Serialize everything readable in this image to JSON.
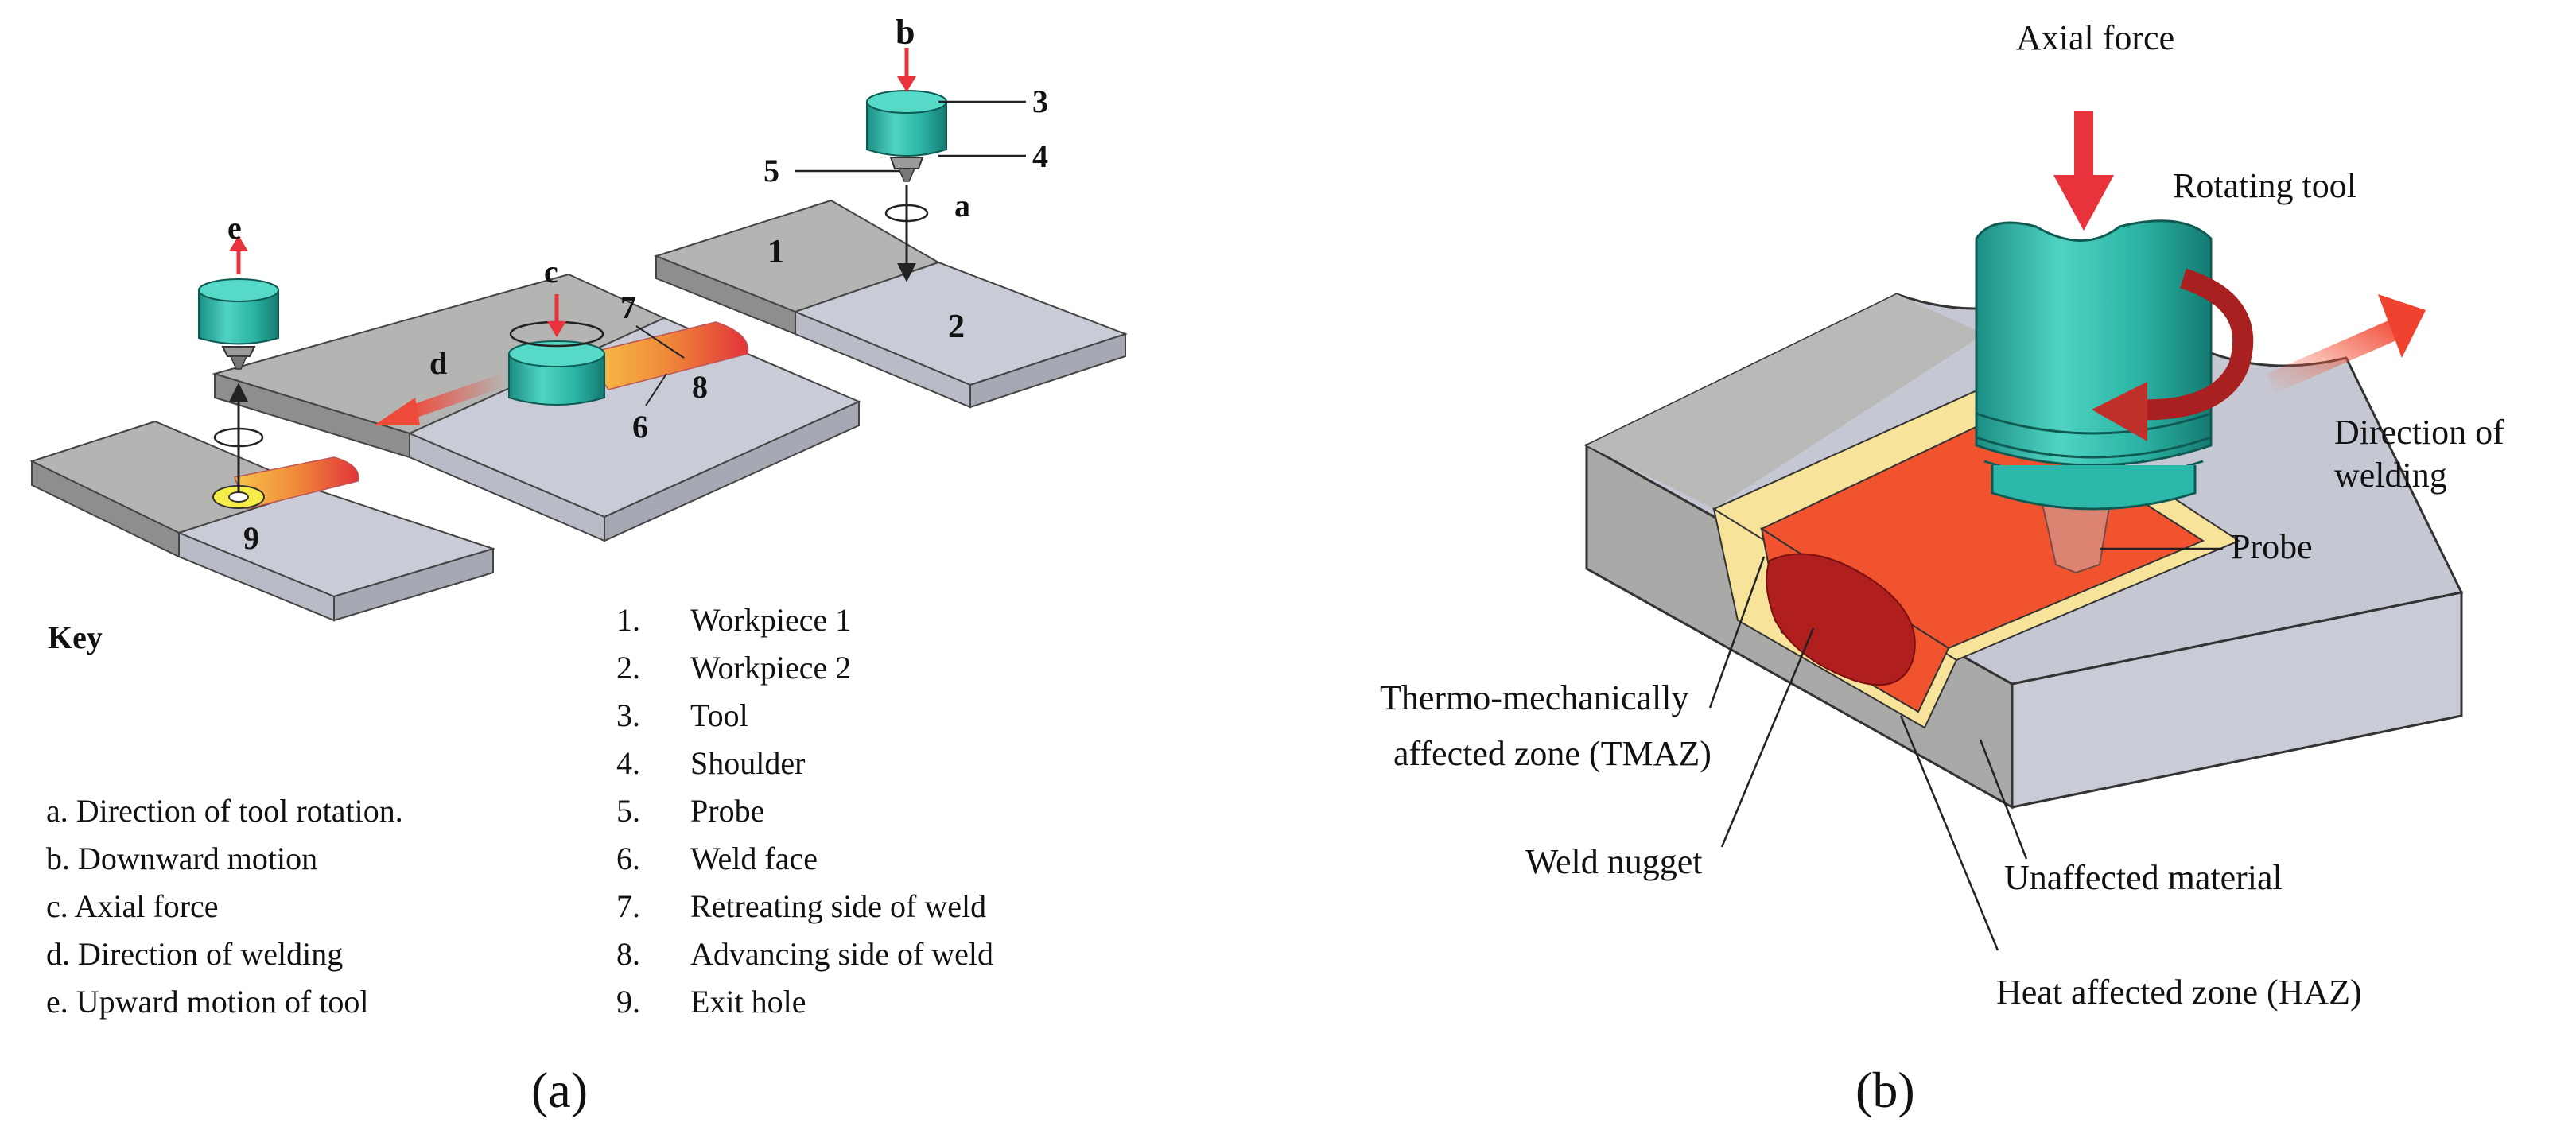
{
  "panel_a": {
    "caption": "(a)",
    "tool_labels": {
      "b": "b",
      "3": "3",
      "4": "4",
      "5": "5",
      "a": "a",
      "c": "c",
      "e": "e"
    },
    "plate_labels": {
      "1": "1",
      "2": "2"
    },
    "weld_labels": {
      "7": "7",
      "8": "8",
      "6": "6",
      "d": "d",
      "9": "9"
    },
    "key_title": "Key",
    "key_letters": [
      "a.  Direction of tool rotation.",
      "b.  Downward motion",
      "c.  Axial force",
      "d.  Direction of welding",
      "e.  Upward motion of tool"
    ],
    "key_numbers": [
      {
        "num": "1.",
        "text": "Workpiece 1"
      },
      {
        "num": "2.",
        "text": "Workpiece 2"
      },
      {
        "num": "3.",
        "text": "Tool"
      },
      {
        "num": "4.",
        "text": "Shoulder"
      },
      {
        "num": "5.",
        "text": "Probe"
      },
      {
        "num": "6.",
        "text": "Weld face"
      },
      {
        "num": "7.",
        "text": "Retreating side of weld"
      },
      {
        "num": "8.",
        "text": "Advancing side of weld"
      },
      {
        "num": "9.",
        "text": "Exit hole"
      }
    ]
  },
  "panel_b": {
    "caption": "(b)",
    "axial_force": "Axial force",
    "rotating_tool": "Rotating tool",
    "direction_line1": "Direction of",
    "direction_line2": "welding",
    "probe": "Probe",
    "tmaz_line1": "Thermo-mechanically",
    "tmaz_line2": "affected zone (TMAZ)",
    "weld_nugget": "Weld nugget",
    "unaffected": "Unaffected material",
    "haz": "Heat affected zone (HAZ)"
  },
  "colors": {
    "tool_teal": "#2bb8a8",
    "plate_dark": "#b4b4b2",
    "plate_light": "#c9ccd6",
    "arrow_red": "#e8323c",
    "weld_red": "#f2532f",
    "nugget": "#b01e1e",
    "haz_yellow": "#f8e39a"
  }
}
